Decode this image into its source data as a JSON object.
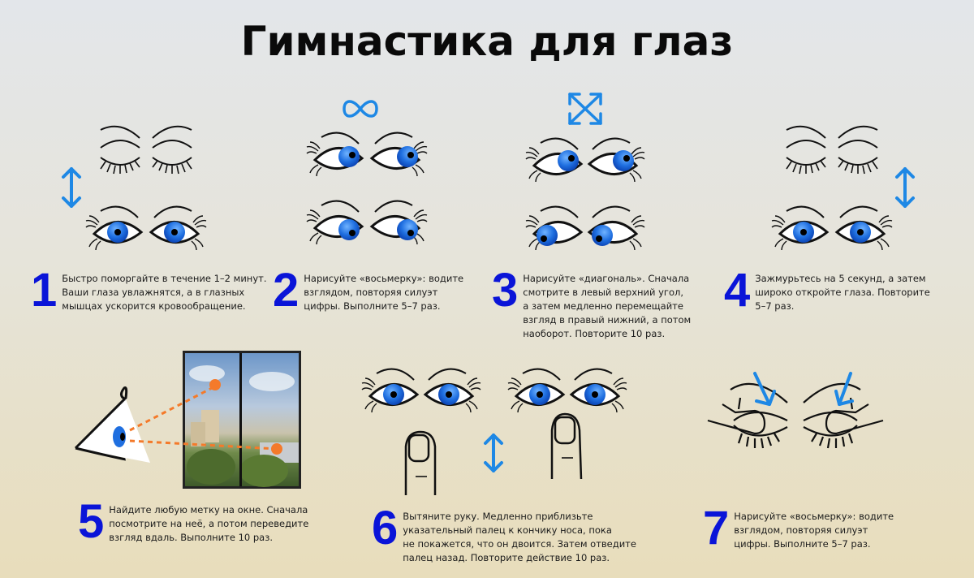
{
  "title": "Гимнастика для глаз",
  "colors": {
    "number": "#0a14d8",
    "accent_blue": "#1e88e5",
    "iris": "#1f6fe0",
    "marker_orange": "#f47a2a",
    "text": "#1b1b1b"
  },
  "steps": [
    {
      "number": "1",
      "text": "Быстро поморгайте в течение 1–2 минут. Ваши глаза увлажнятся, а в глазных мышцах ускорится кровообращение.",
      "lines": [
        "Быстро поморгайте в течение 1–2 минут.",
        "Ваши глаза увлажнятся, а в глазных",
        "мышцах ускорится кровообращение."
      ],
      "icon": "up-down-arrow-icon"
    },
    {
      "number": "2",
      "lines": [
        "Нарисуйте «восьмерку»: водите",
        "взглядом, повторяя силуэт",
        "цифры. Выполните 5–7 раз."
      ],
      "icon": "infinity-icon"
    },
    {
      "number": "3",
      "lines": [
        "Нарисуйте «диагональ». Сначала",
        "смотрите в левый верхний угол,",
        "а затем медленно перемещайте",
        "взгляд в правый нижний, а потом",
        "наоборот. Повторите 10 раз."
      ],
      "icon": "diagonal-arrows-icon"
    },
    {
      "number": "4",
      "lines": [
        "Зажмурьтесь на 5 секунд, а затем",
        "широко откройте глаза. Повторите",
        "5–7 раз."
      ],
      "icon": "up-down-arrow-icon"
    },
    {
      "number": "5",
      "lines": [
        "Найдите любую метку на окне. Сначала",
        "посмотрите на неё, а потом переведите",
        "взгляд вдаль. Выполните 10 раз."
      ],
      "icon": "window-view-icon"
    },
    {
      "number": "6",
      "lines": [
        "Вытяните руку. Медленно приблизьте",
        "указательный палец к кончику носа, пока",
        "не покажется, что он двоится. Затем отведите",
        "палец назад. Повторите действие 10 раз."
      ],
      "icon": "finger-icon"
    },
    {
      "number": "7",
      "lines": [
        "Нарисуйте «восьмерку»: водите",
        "взглядом, повторяя силуэт",
        "цифры. Выполните 5–7 раз."
      ],
      "icon": "press-arrow-icon"
    }
  ]
}
